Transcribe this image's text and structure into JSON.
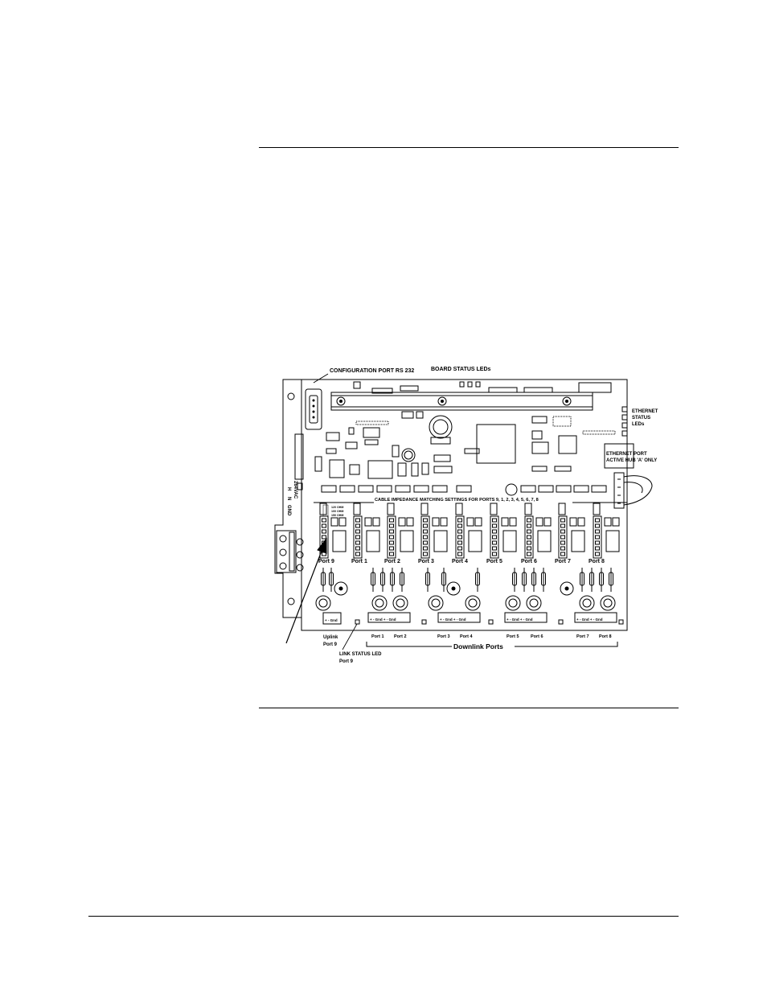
{
  "labels": {
    "config_port": "CONFIGURATION PORT RS 232",
    "board_status": "BOARD STATUS LEDs",
    "eth_status_1": "ETHERNET",
    "eth_status_2": "STATUS",
    "eth_status_3": "LEDs",
    "eth_port_1": "ETHERNET PORT",
    "eth_port_2": "ACTIVE HUB 'A' ONLY",
    "cable_impedance": "CABLE IMPEDANCE MATCHING SETTINGS FOR PORTS 9, 1, 2, 3, 4, 5, 6, 7, 8",
    "power_1": "H",
    "power_2": "N",
    "power_3": "GND",
    "power_4": "264VAC",
    "jumper_1": "120 OHM",
    "jumper_2": "100 OHM",
    "jumper_3": "150 OHM",
    "ports": [
      "Port 9",
      "Port 1",
      "Port 2",
      "Port 3",
      "Port 4",
      "Port 5",
      "Port 6",
      "Port 7",
      "Port 8"
    ],
    "terminal_single": "+ - Gnd",
    "terminal_double": "+ - Gnd + - Gnd",
    "uplink_1": "Uplink",
    "uplink_2": "Port 9",
    "link_led_1": "LINK STATUS LED",
    "link_led_2": "Port 9",
    "downlink_ports": [
      "Port 1",
      "Port 2",
      "Port 3",
      "Port 4",
      "Port 5",
      "Port 6",
      "Port 7",
      "Port 8"
    ],
    "downlink_title": "Downlink Ports"
  }
}
